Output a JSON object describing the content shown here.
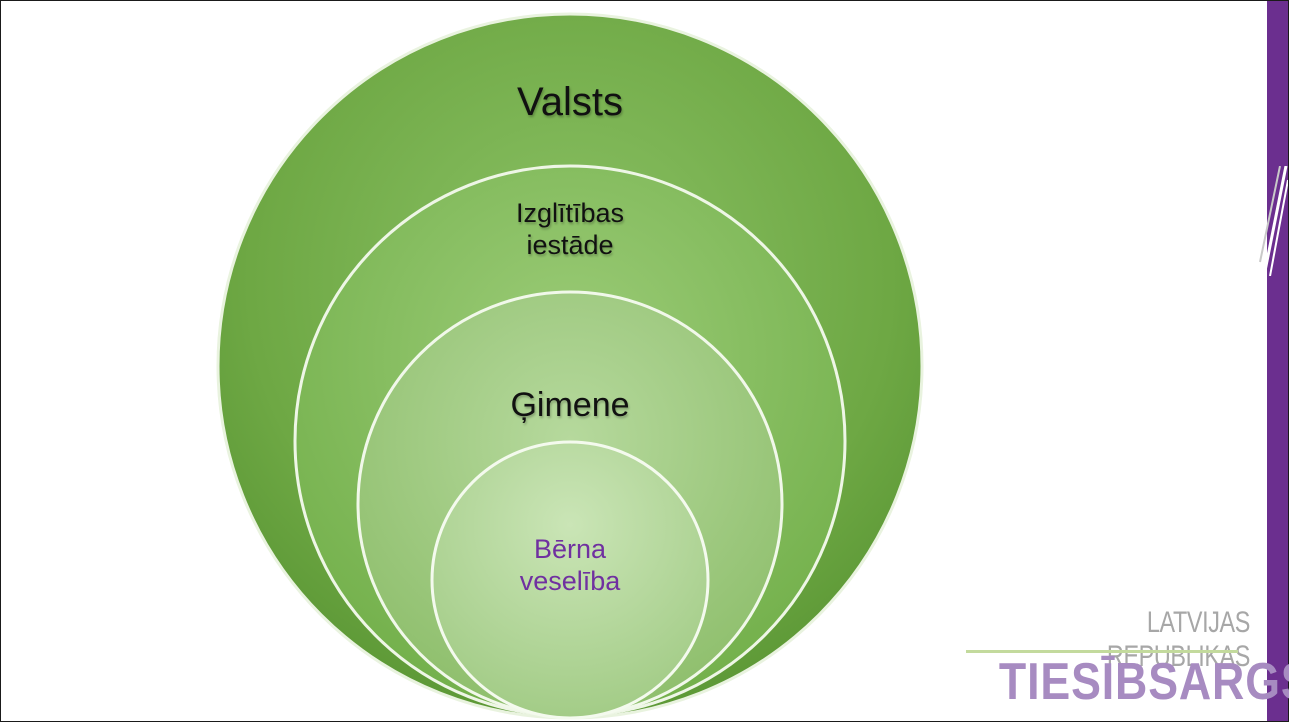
{
  "diagram": {
    "rings": [
      {
        "label": "Valsts"
      },
      {
        "label": "Izglītības iestāde"
      },
      {
        "label": "Ģimene"
      },
      {
        "label": "Bērna veselība"
      }
    ]
  },
  "logo": {
    "line1": "LATVIJAS REPUBLIKAS",
    "line2": "TIESĪBSARGS"
  },
  "colors": {
    "ring_outer": "#72ab4b",
    "ring_inner": "#a9cf8c",
    "accent_purple": "#6b2f8f",
    "label_purple": "#7030a0"
  }
}
